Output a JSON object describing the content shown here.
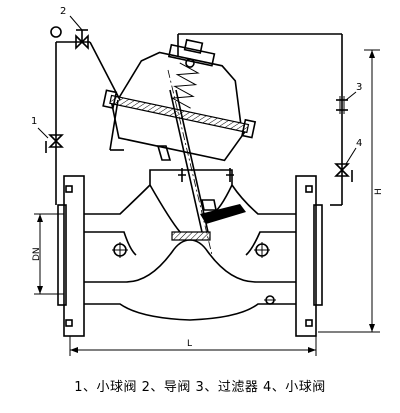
{
  "diagram": {
    "callouts": [
      "1",
      "2",
      "3",
      "4"
    ],
    "dimensions": {
      "height": "H",
      "length": "L",
      "diameter": "DN"
    },
    "caption": "1、小球阀   2、导阀   3、过滤器   4、小球阀"
  }
}
